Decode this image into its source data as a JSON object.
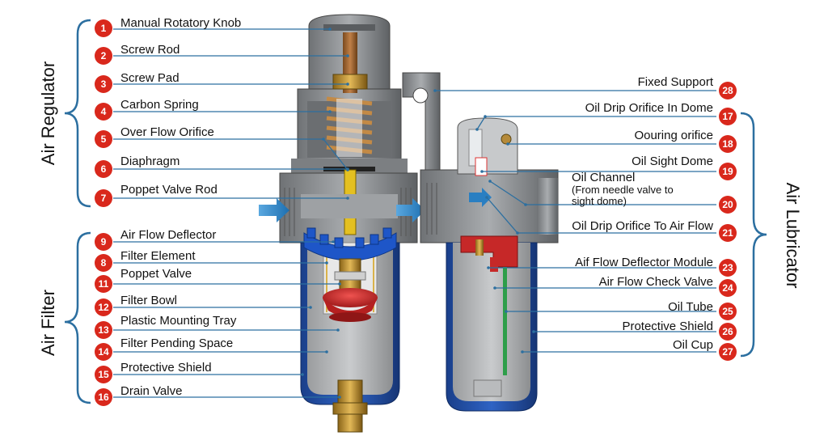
{
  "groups": {
    "air_regulator": "Air Regulator",
    "air_filter": "Air Filter",
    "air_lubricator": "Air Lubricator"
  },
  "left_labels": [
    {
      "num": "1",
      "text": "Manual Rotatory Knob"
    },
    {
      "num": "2",
      "text": "Screw Rod"
    },
    {
      "num": "3",
      "text": "Screw Pad"
    },
    {
      "num": "4",
      "text": "Carbon Spring"
    },
    {
      "num": "5",
      "text": "Over Flow Orifice"
    },
    {
      "num": "6",
      "text": "Diaphragm"
    },
    {
      "num": "7",
      "text": "Poppet Valve Rod"
    },
    {
      "num": "9",
      "text": "Air Flow Deflector"
    },
    {
      "num": "8",
      "text": "Filter Element"
    },
    {
      "num": "11",
      "text": "Poppet Valve"
    },
    {
      "num": "12",
      "text": "Filter Bowl"
    },
    {
      "num": "13",
      "text": "Plastic Mounting Tray"
    },
    {
      "num": "14",
      "text": "Filter Pending Space"
    },
    {
      "num": "15",
      "text": "Protective Shield"
    },
    {
      "num": "16",
      "text": "Drain Valve"
    }
  ],
  "right_labels": [
    {
      "num": "28",
      "text": "Fixed Support"
    },
    {
      "num": "17",
      "text": "Oil Drip Orifice In Dome"
    },
    {
      "num": "18",
      "text": "Oouring orifice"
    },
    {
      "num": "19",
      "text": "Oil Sight Dome"
    },
    {
      "num": "20",
      "text_line1": "Oil Channel",
      "text_line2": "(From needle valve to",
      "text_line3": "sight dome)"
    },
    {
      "num": "21",
      "text": "Oil Drip Orifice To Air Flow"
    },
    {
      "num": "23",
      "text": "Aif Flow Deflector Module"
    },
    {
      "num": "24",
      "text": "Air Flow Check Valve"
    },
    {
      "num": "25",
      "text": "Oil Tube"
    },
    {
      "num": "26",
      "text": "Protective Shield"
    },
    {
      "num": "27",
      "text": "Oil Cup"
    }
  ],
  "colors": {
    "badge": "#d9281c",
    "leader": "#2c6fa0",
    "bracket": "#2c6fa0",
    "body_gray": "#8a8c8e",
    "shield_blue": "#1f4fa3",
    "brass": "#b68a2c",
    "deflector_blue": "#1e56c8",
    "red_tray": "#c62828",
    "arrow_blue": "#2a7fc2"
  }
}
